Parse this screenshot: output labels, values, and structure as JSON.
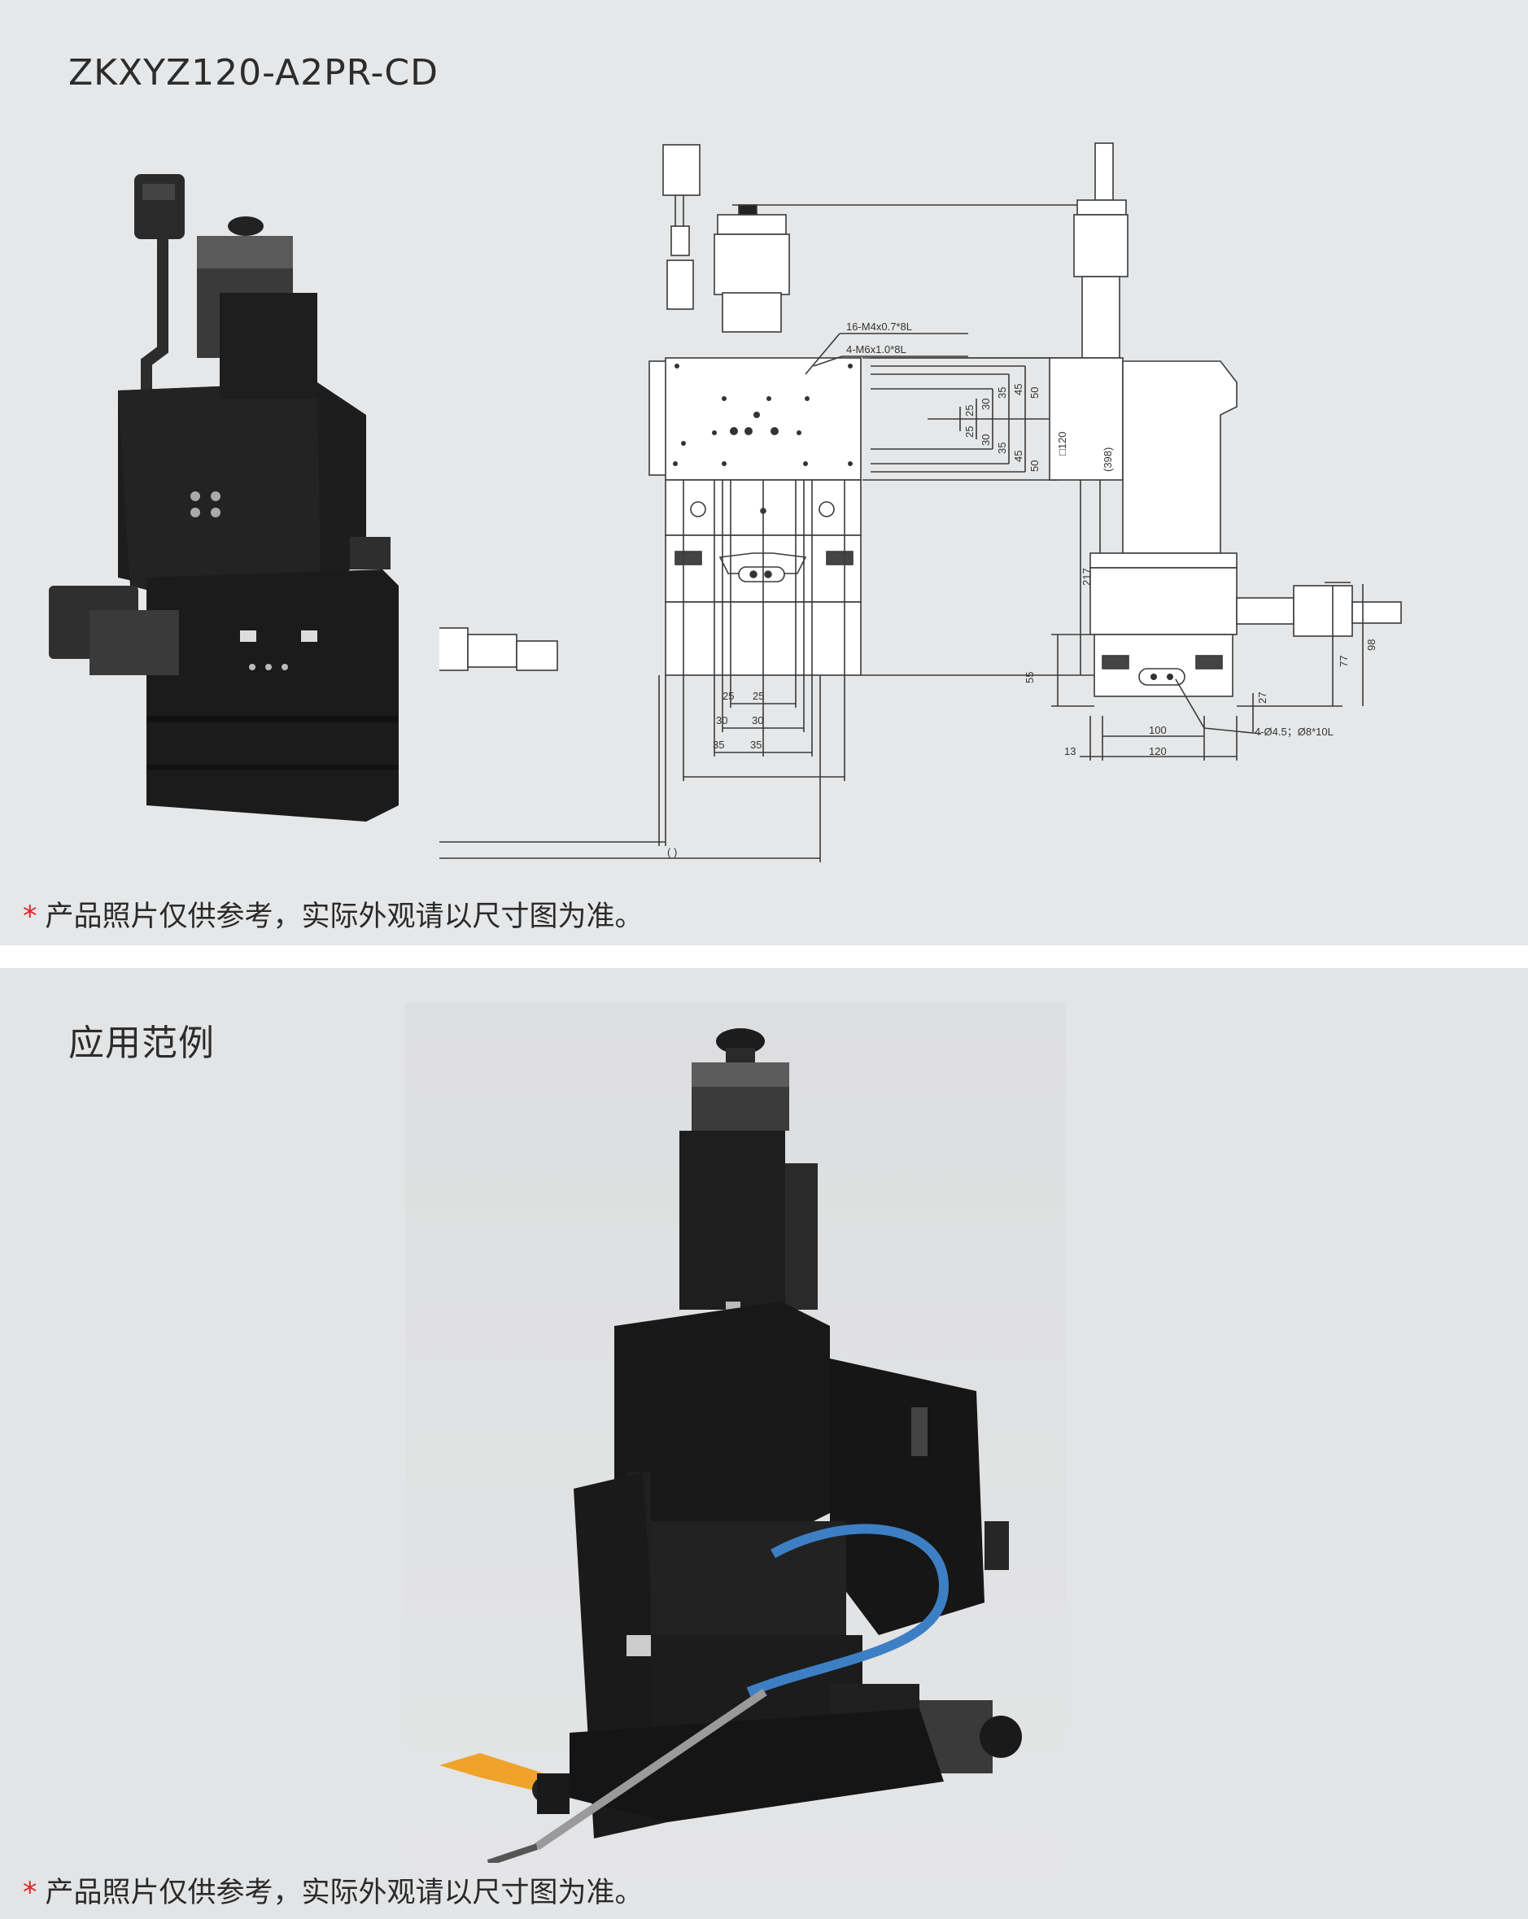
{
  "top": {
    "title": "ZKXYZ120-A2PR-CD",
    "note_star": "*",
    "note": "产品照片仅供参考，实际外观请以尺寸图为准。"
  },
  "drawing": {
    "callouts": {
      "thread_holes": "16-M4x0.7*8L",
      "mount_holes": "4-M6x1.0*8L",
      "counterbore": "4-Ø4.5；Ø8*10L"
    },
    "front_dims": {
      "height_total": "(398)",
      "height_217": "217",
      "square": "□120",
      "vertical": [
        "50",
        "45",
        "35",
        "30",
        "25",
        "25",
        "30",
        "35",
        "45",
        "50"
      ],
      "bottom": [
        "25",
        "25",
        "30",
        "30",
        "35",
        "35"
      ],
      "overall": "(   )"
    },
    "side_dims": {
      "d55": "55",
      "d27": "27",
      "d77": "77",
      "d98": "98",
      "d100": "100",
      "d120": "120",
      "d13": "13"
    }
  },
  "bottom": {
    "title": "应用范例",
    "note_star": "*",
    "note": "产品照片仅供参考，实际外观请以尺寸图为准。"
  }
}
